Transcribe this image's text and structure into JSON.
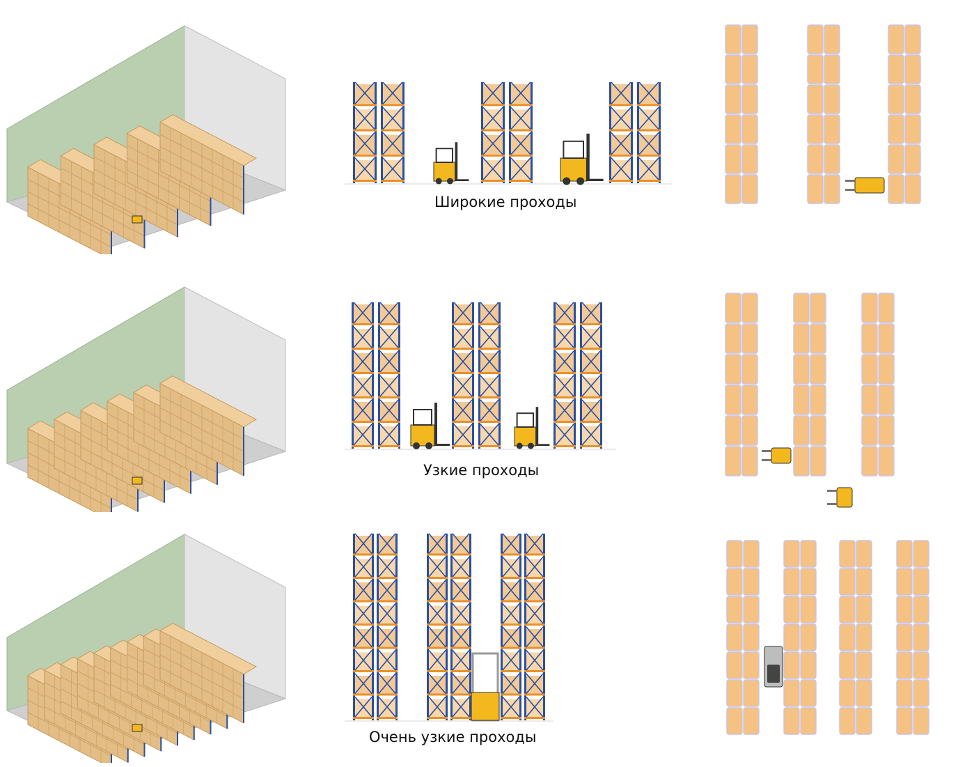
{
  "colors": {
    "wall_green": "#b9cfb0",
    "wall_grey": "#e4e4e4",
    "floor": "#cfcfcf",
    "box": "#e3bd86",
    "box_dark": "#c79a5e",
    "rack_blue": "#2b4fa0",
    "beam_orange": "#e8902a",
    "pallet": "#f5c283",
    "pallet_edge": "#c9c3e6",
    "forklift_yellow": "#f2b81e",
    "forklift_dark": "#333333"
  },
  "rows": [
    {
      "id": "wide",
      "caption": "Широкие проходы",
      "isometric_rack_rows": 5,
      "front_rack_pairs": 3,
      "plan_rack_pairs": 3,
      "truck": "counterbalance-forklift"
    },
    {
      "id": "narrow",
      "caption": "Узкие проходы",
      "isometric_rack_rows": 6,
      "front_rack_pairs": 3,
      "plan_rack_pairs": 3,
      "truck": "reach-truck"
    },
    {
      "id": "very-narrow",
      "caption": "Очень узкие проходы",
      "isometric_rack_rows": 9,
      "front_rack_pairs": 3,
      "plan_rack_pairs": 4,
      "truck": "turret-truck"
    }
  ]
}
